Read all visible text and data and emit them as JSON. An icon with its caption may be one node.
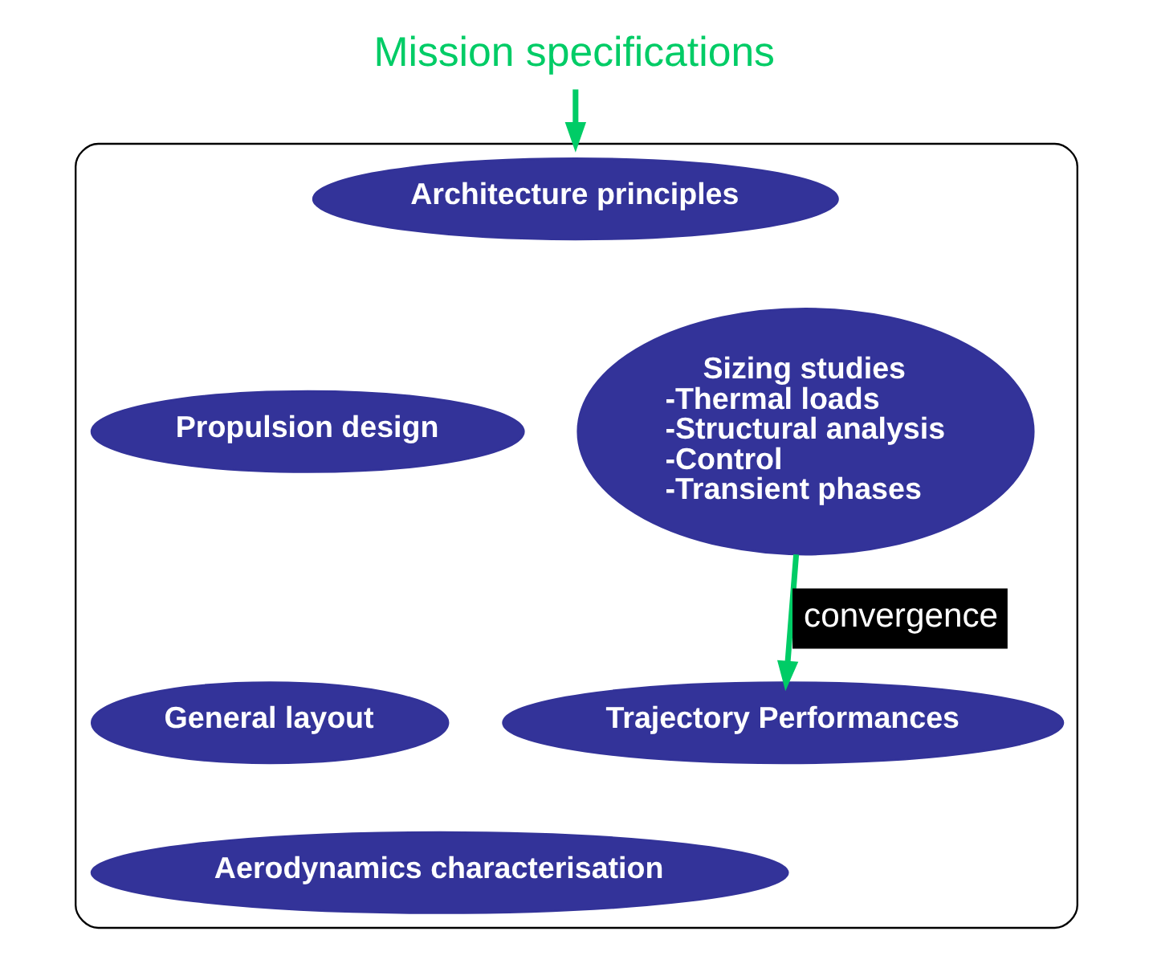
{
  "diagram": {
    "nodes": [
      {
        "text": [
          "Mission specifications"
        ]
      },
      {
        "text": [],
        "shape": "ellipse"
      },
      {
        "text": [
          "Architecture principles"
        ],
        "in": 1
      },
      {
        "text": [
          "Propulsion design"
        ],
        "in": 1
      },
      {
        "text": [
          "Sizing studies",
          "-Thermal loads",
          "-Structural analysis",
          "-Control",
          "-Transient phases"
        ],
        "in": 1
      },
      {
        "text": [
          "General layout"
        ],
        "in": 1
      },
      {
        "text": [
          "Trajectory Performances"
        ],
        "in": 1
      },
      {
        "text": [
          "Aerodynamics characterisation"
        ],
        "in": 1
      }
    ],
    "edges": [
      {
        "from": 0,
        "to": 1,
        "arrow": "to"
      },
      {
        "from": 4,
        "to": 6,
        "label": "convergence",
        "arrow": "to"
      }
    ]
  }
}
